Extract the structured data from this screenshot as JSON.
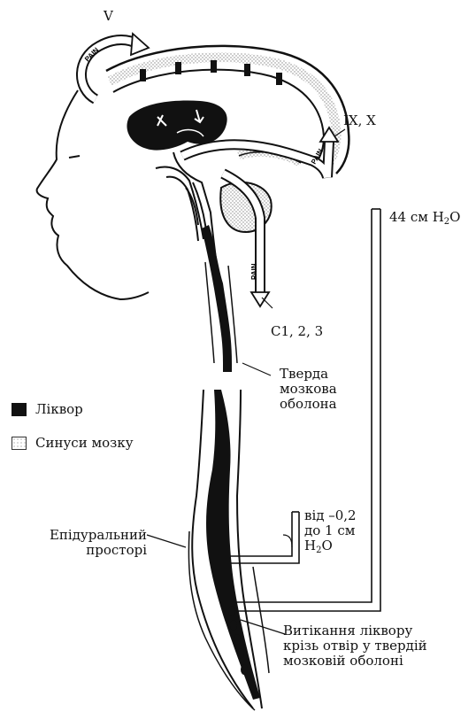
{
  "labels": {
    "nerve_v": "V",
    "nerve_ix_x": "IX, X",
    "pressure_high_value": "44 см H",
    "pressure_high_sub": "2",
    "pressure_high_unit": "O",
    "nerve_c": "C1, 2, 3",
    "dura_line1": "Тверда",
    "dura_line2": "мозкова",
    "dura_line3": "оболона",
    "epidural_line1": "Епідуральний",
    "epidural_line2": "просторі",
    "pressure_low_line1": "від –0,2",
    "pressure_low_line2": "до 1 см",
    "pressure_low_h": "H",
    "pressure_low_sub": "2",
    "pressure_low_o": "O",
    "leak_line1": "Витікання ліквору",
    "leak_line2": "крізь отвір у твердій",
    "leak_line3": "мозковій оболоні",
    "pain_arrow": "PAIN"
  },
  "legend": {
    "csf_label": "Ліквор",
    "sinus_label": "Синуси мозку"
  },
  "colors": {
    "ink": "#111111",
    "csf": "#111111",
    "sinus_fill": "#d9d9d9",
    "background": "#ffffff"
  }
}
